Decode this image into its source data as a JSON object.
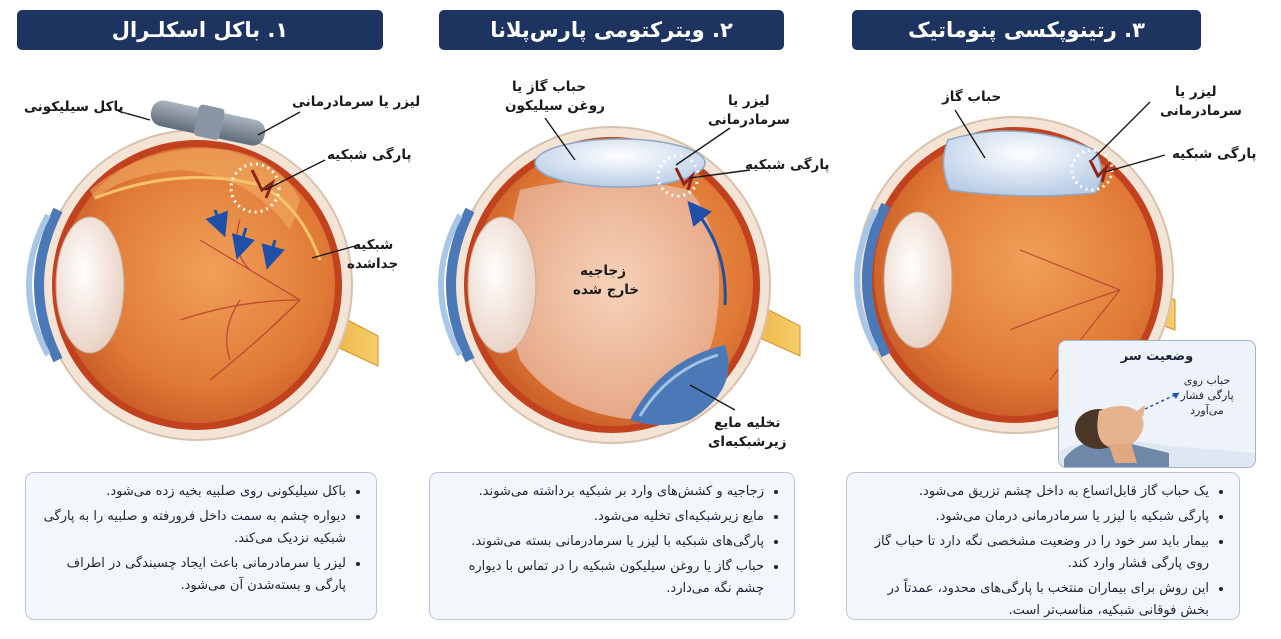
{
  "panels": [
    {
      "title": "۱. باکل اسکلـرال",
      "labels": {
        "buckle": "باکل سیلیکونی",
        "laser": "لیزر یا سرمادرمانی",
        "tear": "پارگی شبکیه",
        "detached_1": "شبکیه",
        "detached_2": "جداشده"
      },
      "bullets": [
        "باکل سیلیکونی روی صلبیه بخیه زده می‌شود.",
        "دیواره چشم به سمت داخل فرورفته و صلبیه را به پارگی شبکیه نزدیک می‌کند.",
        "لیزر یا سرمادرمانی باعث ایجاد چسبندگی در اطراف پارگی و بسته‌شدن آن می‌شود."
      ]
    },
    {
      "title": "۲. ویترکتومی پارس‌پلانا",
      "labels": {
        "bubble_1": "حباب گاز یا",
        "bubble_2": "روغن سیلیکون",
        "laser_1": "لیزر یا",
        "laser_2": "سرمادرمانی",
        "tear": "پارگی شبکیه",
        "vitreous_1": "زجاجیه",
        "vitreous_2": "خارج شده",
        "drain_1": "تخلیه مایع",
        "drain_2": "زیرشبکیه‌ای"
      },
      "bullets": [
        "زجاجیه و کشش‌های وارد بر شبکیه برداشته می‌شوند.",
        "مایع زیرشبکیه‌ای تخلیه می‌شود.",
        "پارگی‌های شبکیه با لیزر یا سرمادرمانی بسته می‌شوند.",
        "حباب گاز یا روغن سیلیکون شبکیه را در تماس با دیواره چشم نگه می‌دارد."
      ]
    },
    {
      "title": "۳. رتینوپکسی پنوماتیک",
      "labels": {
        "bubble": "حباب گاز",
        "laser_1": "لیزر یا",
        "laser_2": "سرمادرمانی",
        "tear": "پارگی شبکیه"
      },
      "head_position": {
        "title": "وضعیت سر",
        "note_1": "حباب روی",
        "note_2": "پارگی فشار",
        "note_3": "می‌آورد"
      },
      "bullets": [
        "یک حباب گاز قابل‌اتساع به داخل چشم تزریق می‌شود.",
        "پارگی شبکیه با لیزر یا سرمادرمانی درمان می‌شود.",
        "بیمار باید سر خود را در وضعیت مشخصی نگه دارد تا حباب گاز روی پارگی فشار وارد کند.",
        "این روش برای بیماران منتخب با پارگی‌های محدود، عمدتاً در بخش فوقانی شبکیه، مناسب‌تر است."
      ]
    }
  ],
  "colors": {
    "title_bg": "#1d3461",
    "sclera": "#f3e4d6",
    "choroid": "#c3421e",
    "retina": "#e8892f",
    "interior": "#e47f3c",
    "vessel": "#b0342a",
    "bubble": "#dde8f5",
    "fluid": "#4b79b8",
    "arrow": "#1f4fa8",
    "box_bg": "#f3f6fb"
  }
}
